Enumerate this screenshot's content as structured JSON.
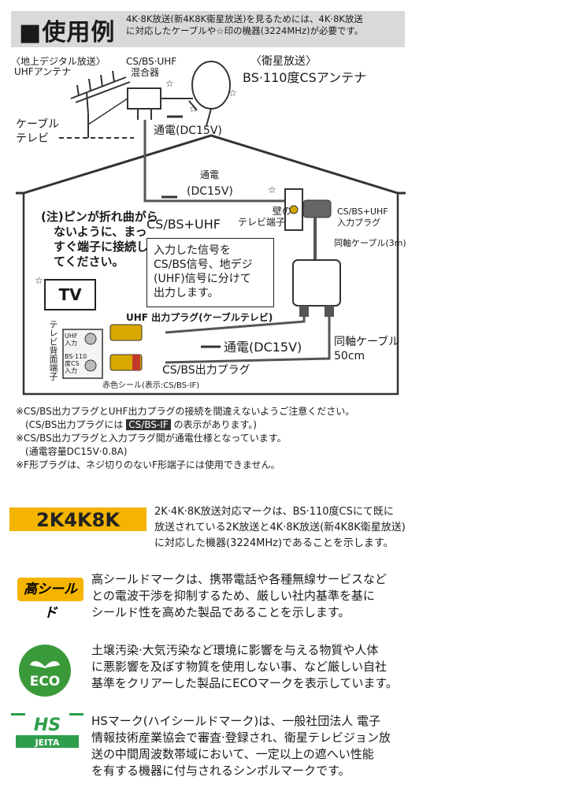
{
  "header": {
    "title": "■使用例",
    "note_line1": "4K·8K放送(新4K8K衛星放送)を見るためには、4K·8K放送",
    "note_line2": "に対応したケーブルや☆印の機器(3224MHz)が必要です。"
  },
  "diagram": {
    "uhf_antenna_1": "〈地上デジタル放送〉",
    "uhf_antenna_2": "UHFアンテナ",
    "mixer_1": "CS/BS·UHF",
    "mixer_2": "混合器",
    "sat_1": "〈衛星放送〉",
    "sat_2": "BS·110度CSアンテナ",
    "cable_tv_1": "ケーブル",
    "cable_tv_2": "テレビ",
    "power_outside": "通電(DC15V)",
    "power_inside_1": "通電",
    "power_inside_2": "(DC15V)",
    "star": "☆",
    "wall_terminal_1": "壁の",
    "wall_terminal_2": "テレビ端子",
    "signal_label": "CS/BS+UHF",
    "input_plug_1": "CS/BS+UHF",
    "input_plug_2": "入力プラグ",
    "coax_3m": "同軸ケーブル(3m)",
    "caution_1": "(注)ピンが折れ曲がら",
    "caution_2": "ないように、まっ",
    "caution_3": "すぐ端子に接続し",
    "caution_4": "てください。",
    "box_1": "入力した信号を",
    "box_2": "CS/BS信号、地デジ",
    "box_3": "(UHF)信号に分けて",
    "box_4": "出力します。",
    "tv": "TV",
    "tv_back_label": "テレビ背面端子",
    "uhf_in": "UHF入力",
    "bs_in": "BS·110度CS入力",
    "uhf_out": "UHF 出力プラグ(ケーブルテレビ)",
    "power_out": "通電(DC15V)",
    "coax_50": "同軸ケーブル",
    "coax_50_len": "50cm",
    "csbs_out": "CS/BS出力プラグ",
    "red_seal": "赤色シール(表示:CS/BS-IF)"
  },
  "notes": {
    "n1": "※CS/BS出力プラグとUHF出力プラグの接続を間違えないようご注意ください。",
    "n2_pre": "(CS/BS出力プラグには",
    "n2_tag": "CS/BS-IF",
    "n2_post": "の表示があります。)",
    "n3": "※CS/BS出力プラグと入力プラグ間が通電仕様となっています。",
    "n4": "(通電容量DC15V·0.8A)",
    "n5": "※F形プラグは、ネジ切りのないF形端子には使用できません。"
  },
  "features": [
    {
      "badge": "2K4K8K",
      "l1": "2K·4K·8K放送対応マークは、BS·110度CSにて既に",
      "l2": "放送されている2K放送と4K·8K放送(新4K8K衛星放送)",
      "l3": "に対応した機器(3224MHz)であることを示します。"
    },
    {
      "badge": "高シールド",
      "l1": "高シールドマークは、携帯電話や各種無線サービスなど",
      "l2": "との電波干渉を抑制するため、厳しい社内基準を基に",
      "l3": "シールド性を高めた製品であることを示します。"
    },
    {
      "badge": "ECO",
      "l1": "土壌汚染·大気汚染など環境に影響を与える物質や人体",
      "l2": "に悪影響を及ぼす物質を使用しない事、など厳しい自社",
      "l3": "基準をクリアーした製品にECOマークを表示しています。"
    },
    {
      "badge": "HS",
      "badge_sub": "JEITA",
      "l1": "HSマーク(ハイシールドマーク)は、一般社団法人 電子",
      "l2": "情報技術産業協会で審査·登録され、衛星テレビジョン放",
      "l3": "送の中間周波数帯域において、一定以上の遮へい性能",
      "l4": "を有する機器に付与されるシンボルマークです。"
    }
  ],
  "colors": {
    "badge_gold": "#f4b400",
    "eco_green": "#3a9a3a",
    "hs_green": "#2e9e4a",
    "header_gray": "#d9d9d9"
  }
}
